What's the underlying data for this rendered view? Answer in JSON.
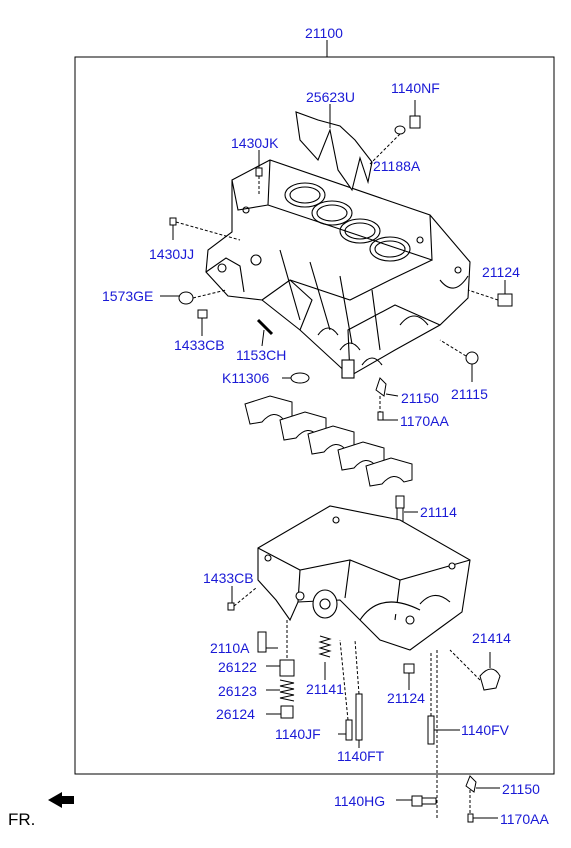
{
  "colors": {
    "label": "#1a1ad6",
    "line": "#000000",
    "part_fill": "#ffffff",
    "shade": "#d9d9d9"
  },
  "front_marker": "FR.",
  "labels": {
    "p21100": "21100",
    "p25623U": "25623U",
    "p1140NF": "1140NF",
    "p1430JK": "1430JK",
    "p21188A": "21188A",
    "p1430JJ": "1430JJ",
    "p21124_top": "21124",
    "p1573GE": "1573GE",
    "p1433CB_top": "1433CB",
    "p1153CH": "1153CH",
    "p21115": "21115",
    "pK11306": "K11306",
    "p21150_top": "21150",
    "p1170AA_top": "1170AA",
    "p21114": "21114",
    "p1433CB_bot": "1433CB",
    "p21414": "21414",
    "p2110A": "2110A",
    "p26122": "26122",
    "p26123": "26123",
    "p21141": "21141",
    "p21124_bot": "21124",
    "p26124": "26124",
    "p1140JF": "1140JF",
    "p1140FV": "1140FV",
    "p1140FT": "1140FT",
    "p21150_bot": "21150",
    "p1140HG": "1140HG",
    "p1170AA_bot": "1170AA"
  }
}
